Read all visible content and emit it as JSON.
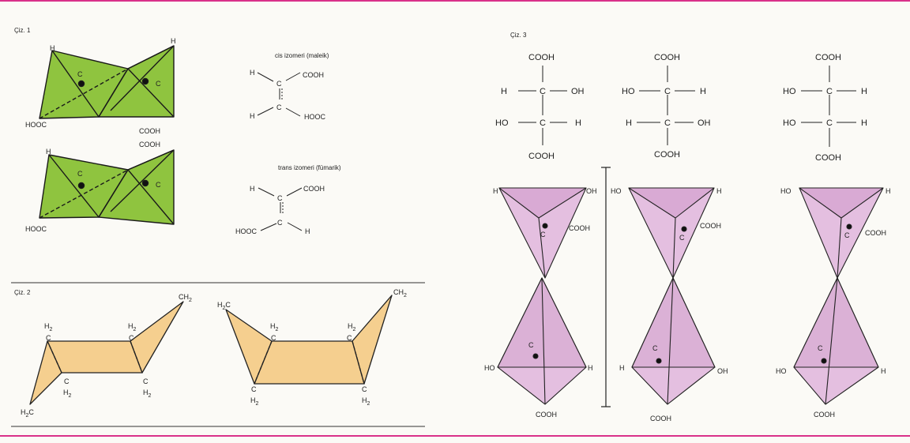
{
  "figure1": {
    "label": "Çiz. 1",
    "cis_caption": "cis izomeri (maleik)",
    "trans_caption": "trans izomeri (fümarik)",
    "atoms": {
      "H": "H",
      "C": "C",
      "COOH": "COOH",
      "HOOC": "HOOC"
    }
  },
  "figure2": {
    "label": "Çiz. 2",
    "atoms": {
      "H2": "H",
      "sub2": "2",
      "C": "C",
      "H2C": "H",
      "H2C_tail": "C",
      "CH2": "CH"
    }
  },
  "figure3": {
    "label": "Çiz. 3",
    "atoms": {
      "H": "H",
      "OH": "OH",
      "HO": "HO",
      "C": "C",
      "COOH": "COOH"
    }
  },
  "colors": {
    "green": "#8fc43f",
    "orange": "#f5cf8f",
    "pink": "#e4bfe0",
    "rule": "#d9318a"
  }
}
